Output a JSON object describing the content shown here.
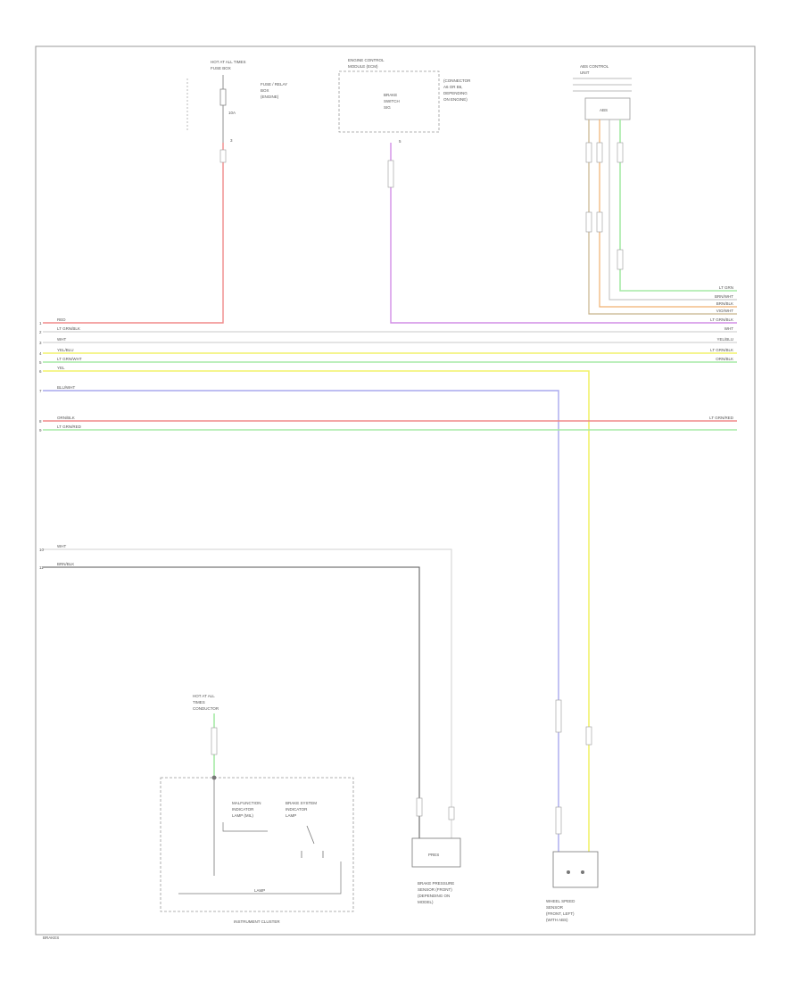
{
  "colors": {
    "red": "#f08a8a",
    "violet": "#d28ee6",
    "green": "#a6eaa6",
    "orange": "#f0b070",
    "yellow": "#f2f26a",
    "blue": "#a8a8ee",
    "white": "#d9d9d9",
    "black": "#555555",
    "tan": "#c8b48c",
    "gray": "#bdbdbd",
    "frame": "#999999"
  },
  "labels": {
    "fuse_top": "HOT AT ALL TIMES",
    "fuse_box": "FUSE BOX",
    "fuse_amp": "10A",
    "fuse_side": [
      "FUSE / RELAY",
      "BOX",
      "(ENGINE)"
    ],
    "ecm_title": [
      "ENGINE CONTROL",
      "MODULE (ECM)"
    ],
    "ecm_inner": [
      "BRAKE",
      "SWITCH",
      "SIG"
    ],
    "ecm_side": [
      "(CONNECTOR",
      "A6 OR B6,",
      "DEPENDING",
      "ON ENGINE)"
    ],
    "abs_title": [
      "ABS CONTROL",
      "UNIT"
    ],
    "abs_inner": "ABS",
    "w_left": [
      "RED",
      "LT GRN/BLK",
      "WHT",
      "YEL/BLU",
      "LT GRN/WHT",
      "YEL",
      "BLU/WHT",
      "ORN/BLK",
      "LT GRN/RED",
      "WHT",
      "BRN/BLK"
    ],
    "w_right": [
      "LT GRN",
      "BRN/WHT",
      "BRN/BLK",
      "VIO/WHT",
      "LT GRN/BLK",
      "WHT",
      "YEL/BLU",
      "LT GRN/BLK",
      "ORN/BLK",
      "LT GRN/RED"
    ],
    "pin_left": [
      "1",
      "2",
      "3",
      "4",
      "5",
      "6",
      "7",
      "8",
      "9",
      "10",
      "11"
    ],
    "ground_title": [
      "HOT AT ALL",
      "TIMES",
      "CONDUCTOR"
    ],
    "cluster_a": [
      "MALFUNCTION",
      "INDICATOR",
      "LAMP (MIL)"
    ],
    "cluster_b": [
      "BRAKE SYSTEM",
      "INDICATOR",
      "LAMP"
    ],
    "cluster_lamp": "LAMP",
    "cluster_name": "INSTRUMENT CLUSTER",
    "sensor_a": [
      "BRAKE PRESSURE",
      "SENSOR (FRONT)",
      "(DEPENDING ON",
      "MODEL)"
    ],
    "sensor_a_inner": "PRES",
    "sensor_b": [
      "WHEEL SPEED",
      "SENSOR",
      "(FRONT, LEFT)",
      "(WITH ABS)"
    ],
    "footer": "BRAKES"
  }
}
